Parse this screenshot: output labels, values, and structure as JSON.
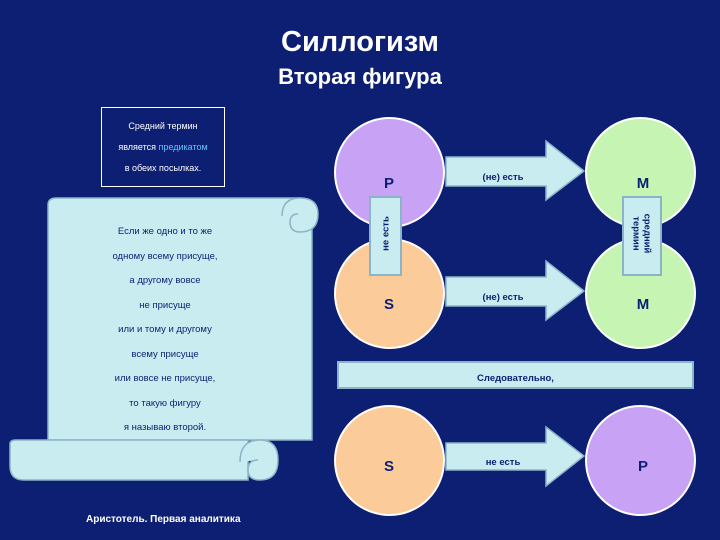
{
  "title": "Силлогизм",
  "subtitle": "Вторая фигура",
  "definition": {
    "line1": "Средний термин",
    "line2_prefix": "является ",
    "line2_highlight": "предикатом",
    "line3": "в обеих посылках."
  },
  "scroll": {
    "lines": [
      "Если же одно и то же",
      "одному всему присуще,",
      "а другому вовсе",
      "не присуще",
      "или и тому и другому",
      "всему присуще",
      "или вовсе не присуще,",
      "то такую фигуру",
      "я называю второй."
    ]
  },
  "source": "Аристотель. Первая аналитика",
  "diagram": {
    "premise1": {
      "subject": "P",
      "arrow_label": "(не) есть",
      "predicate": "M"
    },
    "premise2": {
      "subject": "S",
      "arrow_label": "(не) есть",
      "predicate": "M"
    },
    "left_connector_label": "не есть",
    "right_connector_label_line1": "средний",
    "right_connector_label_line2": "термин",
    "conclusion_bar": "Следовательно,",
    "conclusion": {
      "subject": "S",
      "arrow_label": "не есть",
      "predicate": "P"
    }
  },
  "colors": {
    "background": "#0d1f73",
    "circle_p": "#c8a2f5",
    "circle_s": "#fbcb9a",
    "circle_m": "#c6f5b3",
    "arrow_fill": "#c9ecf0",
    "highlight": "#5ec8ff"
  }
}
